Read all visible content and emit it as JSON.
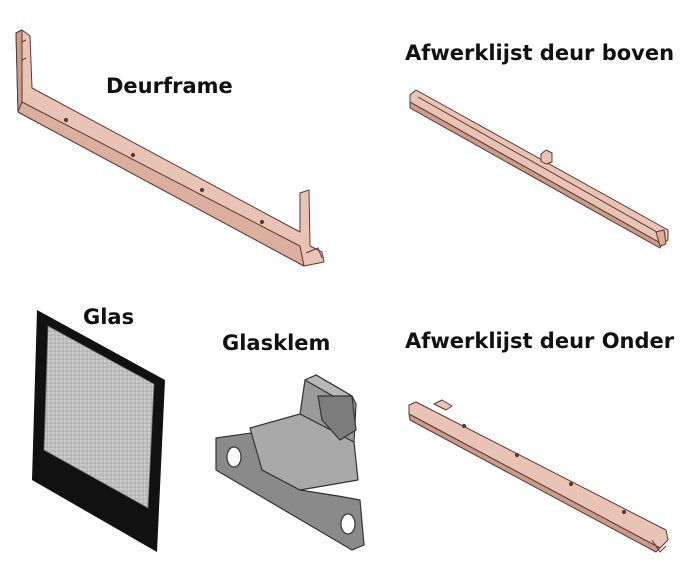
{
  "labels": {
    "deurframe": "Deurframe",
    "afwerklijst_boven": "Afwerklijst deur boven",
    "glas": "Glas",
    "glasklem": "Glasklem",
    "afwerklijst_onder": "Afwerklijst deur Onder"
  },
  "colors": {
    "copper": "#e9c4b6",
    "copper_dark": "#c99c8c",
    "edge": "#5a3a30",
    "glass_frame": "#111111",
    "glass_pane": "#bfbfbf",
    "clip": "#8a8a8a",
    "clip_light": "#a9a9a9"
  }
}
